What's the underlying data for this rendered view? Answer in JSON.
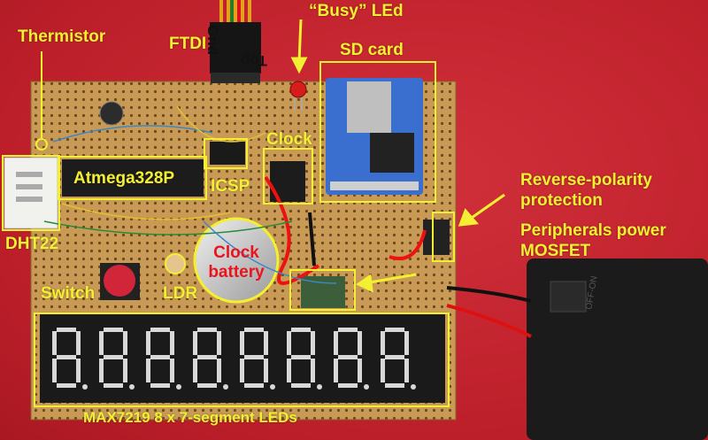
{
  "labels": {
    "thermistor": "Thermistor",
    "ftdi": "FTDI",
    "busy_led": "“Busy” LEd",
    "sd_card": "SD card",
    "clock": "Clock",
    "atmega": "Atmega328P",
    "icsp": "ICSP",
    "reverse_polarity_1": "Reverse-polarity",
    "reverse_polarity_2": "protection",
    "peripherals_1": "Peripherals power",
    "peripherals_2": "MOSFET",
    "dht22": "DHT22",
    "switch": "Switch",
    "ldr": "LDR",
    "clock_battery_1": "Clock",
    "clock_battery_2": "battery",
    "max7219": "MAX7219 8 x 7-segment LEDs",
    "ftdi_gnd": "Gnd",
    "ftdi_top": "Top"
  },
  "display_digits": "8.8.8.8.8.8.8.8."
}
